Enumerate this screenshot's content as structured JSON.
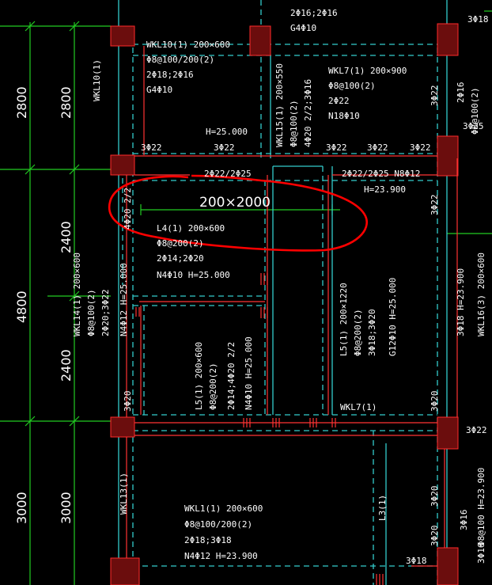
{
  "colors": {
    "background": "#000000",
    "dim_line": "#22cc22",
    "beam_edge": "#33cccc",
    "column_fill": "#6b0d0d",
    "column_edge": "#ff2a2a",
    "rebar_red": "#ff3333",
    "annotation": "#ff0000",
    "text": "#ffffff"
  },
  "dimensions": {
    "left_outer": [
      "2800",
      "4800",
      "3000"
    ],
    "left_inner": [
      "2800",
      "2400",
      "2400",
      "3000"
    ]
  },
  "labels": {
    "top_a": "2Φ16;2Φ16",
    "top_b": "G4Φ10",
    "top_right": "3Φ18",
    "wkl10_vert": "WKL10(1)",
    "wkl10_1": "WKL10(1) 200×600",
    "wkl10_2": "Φ8@100/200(2)",
    "wkl10_3": "2Φ18;2Φ16",
    "wkl10_4": "G4Φ10",
    "wkl7a_1": "WKL7(1) 200×900",
    "wkl7a_2": "Φ8@100(2)",
    "wkl7a_3": "2Φ22",
    "wkl7a_4": "N18Φ10",
    "wkl15_1": "WKL15(1) 200×550",
    "wkl15_2": "Φ8@100(2)",
    "wkl15_3": "4Φ20 2/2;3Φ16",
    "h25_top": "H=25.000",
    "b3d22_a": "3Φ22",
    "b3d22_b": "3Φ22",
    "b3d22_c": "3Φ22",
    "b3d22_d": "3Φ22",
    "b3d22_e": "3Φ22",
    "b3d22_v1": "3Φ22",
    "b3d22_v2": "3Φ22",
    "r2d16": "2Φ16",
    "r_stir": "Φ8@100(2)",
    "r3d25": "3Φ25",
    "l4_top": "2Φ22/2Φ25",
    "l4_vert": "4Φ20 2/2",
    "dim_200x2000": "200×2000",
    "l4_1": "L4(1) 200×600",
    "l4_2": "Φ8@200(2)",
    "l4_3": "2Φ14;2Φ20",
    "l4_4": "N4Φ10 H=25.000",
    "r_top1": "2Φ22/2Φ25 N8Φ12",
    "r_top2": "H=23.900",
    "wkl14_1": "WKL14(1) 200×600",
    "wkl14_2": "Φ8@100(2)",
    "wkl14_3": "2Φ20;3Φ22",
    "wkl14_4": "N4Φ12 H=25.000",
    "l5a_1": "L5(1) 200×600",
    "l5a_2": "Φ8@200(2)",
    "l5a_3": "2Φ14;4Φ20 2/2",
    "l5a_4": "N4Φ10 H=25.000",
    "l5b_1": "L5(1) 200×1220",
    "l5b_2": "Φ8@200(2)",
    "l5b_3": "3Φ18;3Φ20",
    "l5b_4": "G12Φ10 H=25.000",
    "wkl16_1": "3Φ18 H=23.900",
    "wkl16_2": "WKL16(3) 200×600",
    "b3d20_a": "3Φ20",
    "b3d20_b": "3Φ20",
    "wkl7b": "WKL7(1)",
    "r3d22_mid": "3Φ22",
    "wkl13": "WKL13(1)",
    "wkl1_1": "WKL1(1) 200×600",
    "wkl1_2": "Φ8@100/200(2)",
    "wkl1_3": "2Φ18;3Φ18",
    "wkl1_4": "N4Φ12 H=23.900",
    "l3": "L3(1)",
    "b3d20_c": "3Φ20",
    "b3d20_d": "3Φ20",
    "b3d18": "3Φ18",
    "r3d16": "3Φ16",
    "r_h23": "Φ8@100 H=23.900",
    "r3d16b": "3Φ16"
  }
}
